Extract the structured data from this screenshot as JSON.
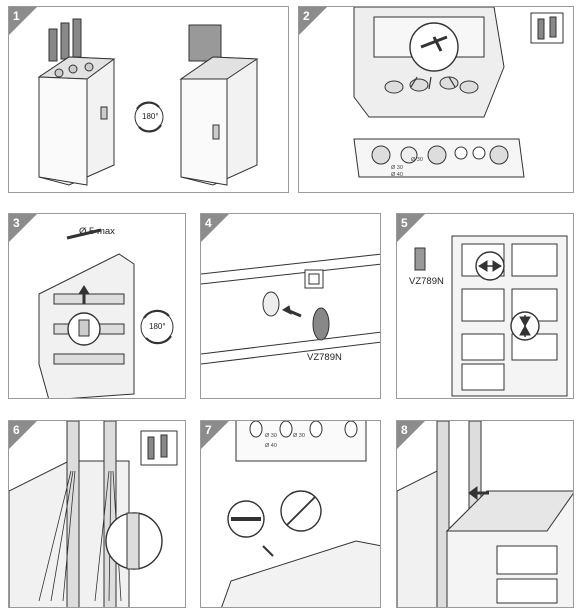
{
  "steps": [
    {
      "number": "1",
      "rotation": "180°"
    },
    {
      "number": "2",
      "hole_labels": [
        "Ø 30",
        "Ø 30",
        "Ø 40"
      ]
    },
    {
      "number": "3",
      "screw": "Ø 5 max",
      "rotation": "180°"
    },
    {
      "number": "4",
      "part": "VZ789N"
    },
    {
      "number": "5",
      "part": "VZ789N"
    },
    {
      "number": "6"
    },
    {
      "number": "7",
      "hole_labels": [
        "Ø 30",
        "Ø 30",
        "Ø 40"
      ]
    },
    {
      "number": "8"
    }
  ],
  "colors": {
    "badge": "#8c8c8c",
    "border": "#9a9a9a",
    "line": "#333333"
  }
}
